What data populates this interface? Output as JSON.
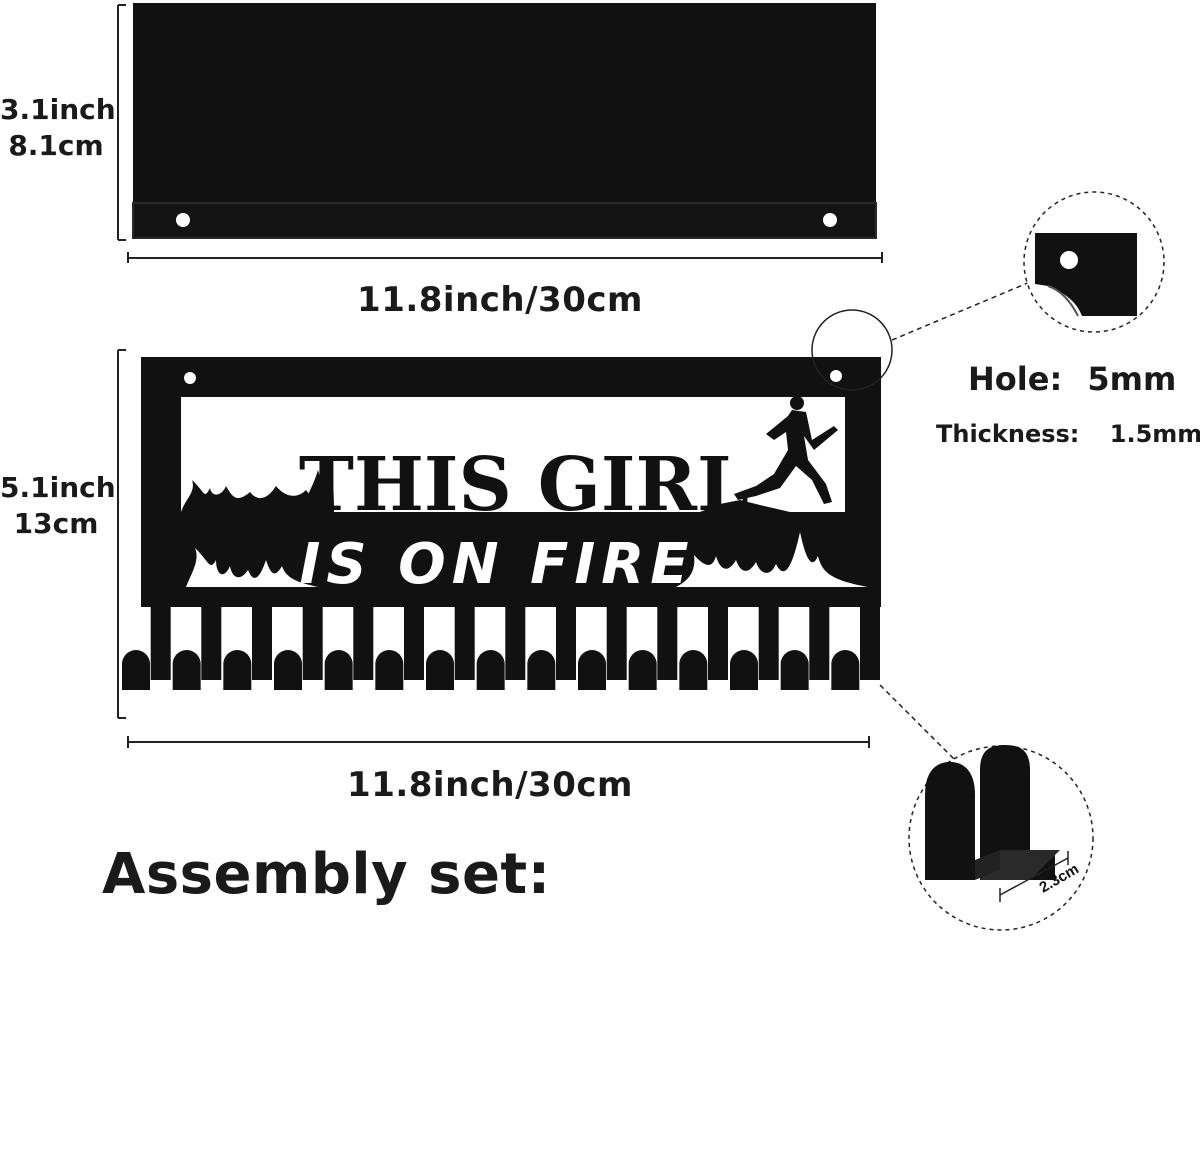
{
  "shelf": {
    "height_inch": "3.1inch",
    "height_cm": "8.1cm",
    "width_label": "11.8inch/30cm"
  },
  "sign": {
    "height_inch": "5.1inch",
    "height_cm": "13cm",
    "width_label": "11.8inch/30cm",
    "line1": "THIS GIRL",
    "line2": "IS ON FIRE",
    "hook_count": 15
  },
  "specs": {
    "hole_label": "Hole:",
    "hole_value": "5mm",
    "thickness_label": "Thickness:",
    "thickness_value": "1.5mm",
    "hook_depth": "2.3cm"
  },
  "assembly_title": "Assembly set:",
  "colors": {
    "metal": "#111111",
    "background": "#ffffff",
    "dimension_line": "#222222"
  },
  "icons": [
    "runner-silhouette-icon",
    "flame-icon",
    "detail-hole-icon",
    "detail-hook-icon"
  ]
}
